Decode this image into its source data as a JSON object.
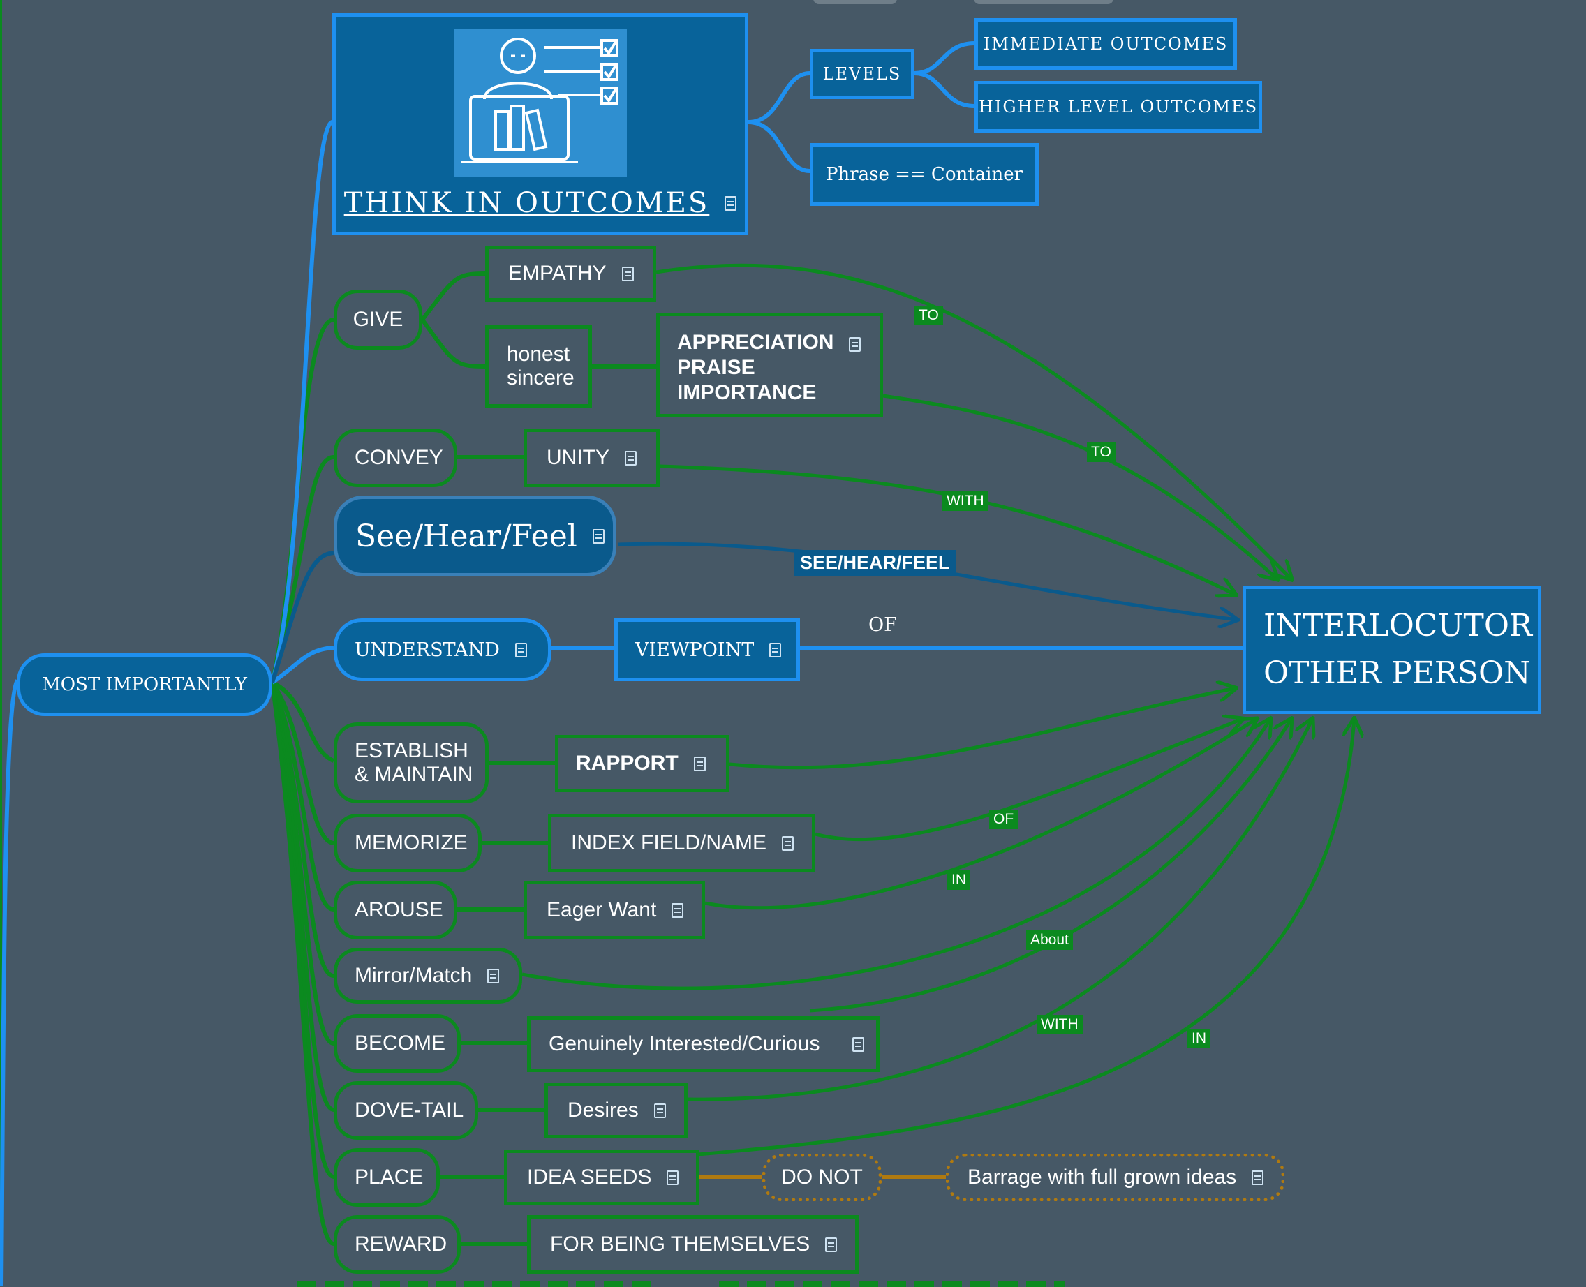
{
  "colors": {
    "background": "#465866",
    "green": "#0b8a1f",
    "blue_border": "#1e90f0",
    "blue_fill": "#08639a",
    "brown": "#b07a10"
  },
  "root": {
    "label": "MOST IMPORTANTLY"
  },
  "think": {
    "label": "THINK IN OUTCOMES",
    "icon": "outcomes-checklist-icon"
  },
  "levels": {
    "label": "LEVELS",
    "immediate": "IMMEDIATE OUTCOMES",
    "higher": "HIGHER LEVEL OUTCOMES"
  },
  "phrase": {
    "label": "Phrase == Container"
  },
  "target": {
    "line1": "INTERLOCUTOR",
    "line2": "OTHER PERSON"
  },
  "branches": {
    "give": "GIVE",
    "empathy": "EMPATHY",
    "honest": "honest",
    "sincere": "sincere",
    "appreciation": "APPRECIATION",
    "praise": "PRAISE",
    "importance": "IMPORTANCE",
    "convey": "CONVEY",
    "unity": "UNITY",
    "see_hear_feel": "See/Hear/Feel",
    "understand": "UNDERSTAND",
    "viewpoint": "VIEWPOINT",
    "establish_1": "ESTABLISH",
    "establish_2": "& MAINTAIN",
    "rapport": "RAPPORT",
    "memorize": "MEMORIZE",
    "index": "INDEX FIELD/NAME",
    "arouse": "AROUSE",
    "eager": "Eager Want",
    "mirror": "Mirror/Match",
    "become": "BECOME",
    "genuinely": "Genuinely Interested/Curious",
    "dovetail": "DOVE-TAIL",
    "desires": "Desires",
    "place": "PLACE",
    "idea_seeds": "IDEA SEEDS",
    "do_not": "DO NOT",
    "barrage": "Barrage with full grown ideas",
    "reward": "REWARD",
    "for_being": "FOR BEING THEMSELVES"
  },
  "relations": {
    "to_1": "TO",
    "to_2": "TO",
    "with_1": "WITH",
    "see_hear_feel": "SEE/HEAR/FEEL",
    "of_1": "OF",
    "of_2": "OF",
    "in_1": "IN",
    "about": "About",
    "with_2": "WITH",
    "in_2": "IN"
  }
}
